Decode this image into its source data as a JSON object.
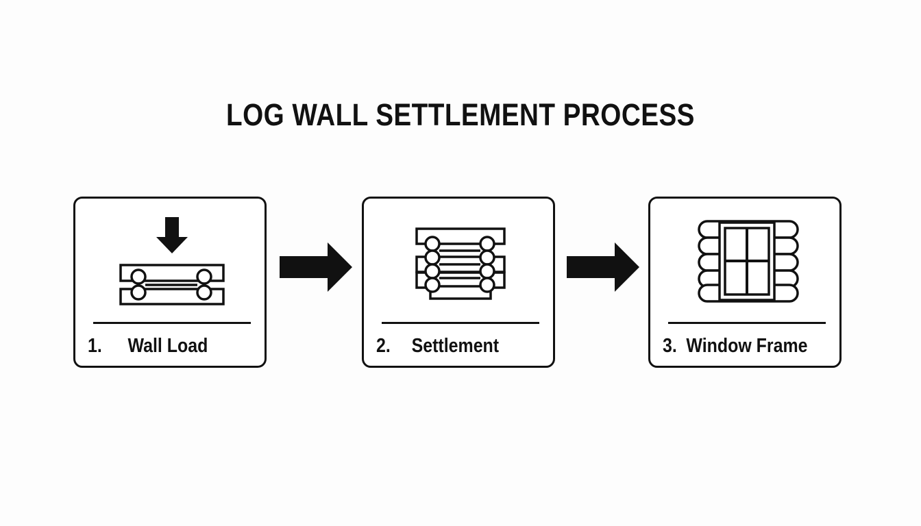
{
  "title": "LOG WALL SETTLEMENT PROCESS",
  "steps": [
    {
      "number": "1.",
      "label": "Wall Load",
      "icon": "log-wall-load-icon"
    },
    {
      "number": "2.",
      "label": "Settlement",
      "icon": "log-stack-settlement-icon"
    },
    {
      "number": "3.",
      "label": "Window Frame",
      "icon": "log-wall-window-frame-icon"
    }
  ],
  "colors": {
    "stroke": "#111111",
    "background": "#fdfdfd"
  }
}
